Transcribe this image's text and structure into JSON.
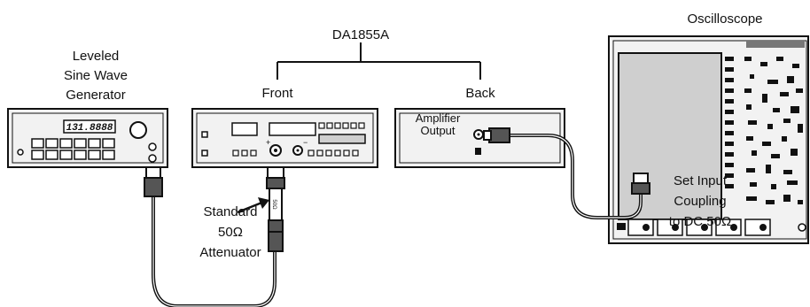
{
  "labels": {
    "generator": [
      "Leveled",
      "Sine Wave",
      "Generator"
    ],
    "da1855a": "DA1855A",
    "front": "Front",
    "back": "Back",
    "oscilloscope": "Oscilloscope",
    "amplifier_output": [
      "Amplifier",
      "Output"
    ],
    "attenuator": [
      "Standard",
      "50Ω",
      "Attenuator"
    ],
    "coupling": [
      "Set Input",
      "Coupling",
      "to DC 50Ω"
    ]
  },
  "generator_display": "131.8888",
  "colors": {
    "ink": "#111111",
    "panel": "#f2f2f2",
    "screen": "#cfcfcf",
    "background": "#ffffff"
  }
}
